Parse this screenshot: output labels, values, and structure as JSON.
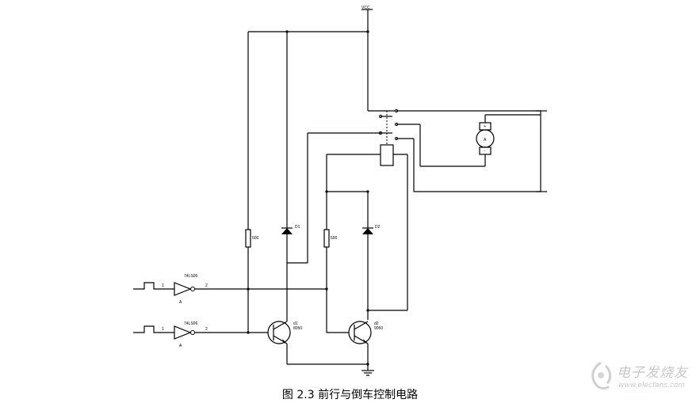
{
  "labels": {
    "vcc": "VCC",
    "inverter1_name": "74LS06",
    "inverter2_name": "74LS06",
    "inverter1_pin_in": "1",
    "inverter1_pin_out": "2",
    "inverter2_pin_in": "1",
    "inverter2_pin_out": "2",
    "inverter1_sub": "A",
    "inverter2_sub": "A",
    "resistor1_value": "500",
    "resistor2_value": "500",
    "diode1": "D1",
    "diode2": "D2",
    "transistor1_name": "d1",
    "transistor1_part": "8050",
    "transistor2_name": "d2",
    "transistor2_part": "9050",
    "motor": "A",
    "motor_plus": "+",
    "motor_minus": "-"
  },
  "caption": "图 2.3 前行与倒车控制电路",
  "watermark": {
    "text": "电子发烧友",
    "url": "www.elecfans.com"
  }
}
